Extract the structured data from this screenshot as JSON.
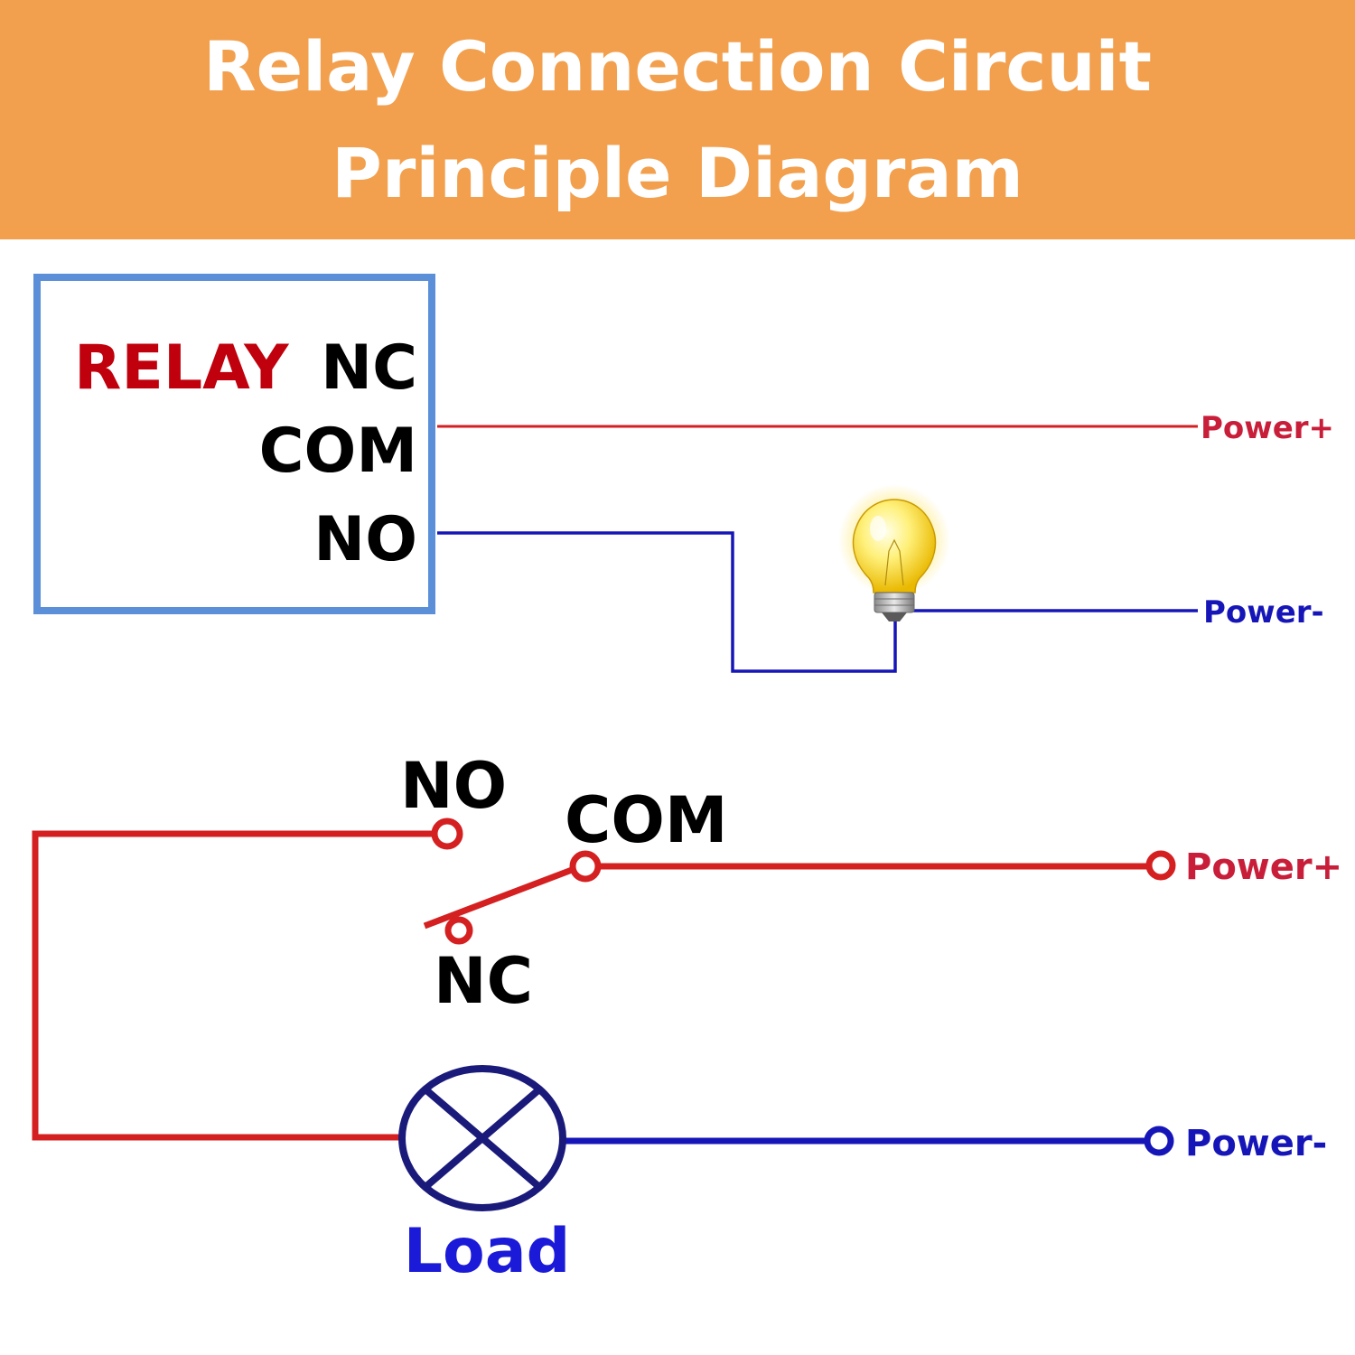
{
  "title": "Relay Connection Circuit Principle Diagram",
  "colors": {
    "banner": "#f2a04e",
    "relay_box_border": "#5b8fd8",
    "relay_label": "#c0000c",
    "positive_wire": "#d42020",
    "negative_wire": "#1616b8",
    "load_symbol": "#1a1a7a",
    "load_label": "#1a1ad8"
  },
  "relay_module": {
    "label": "RELAY",
    "pins": {
      "nc": "NC",
      "com": "COM",
      "no": "NO"
    }
  },
  "wiring_top": {
    "power_plus": "Power+",
    "power_minus": "Power-",
    "lamp_icon": "light-bulb-icon"
  },
  "switch_schematic": {
    "no": "NO",
    "com": "COM",
    "nc": "NC",
    "power_plus": "Power+",
    "power_minus": "Power-",
    "load": "Load",
    "load_icon": "lamp-cross-symbol-icon"
  }
}
